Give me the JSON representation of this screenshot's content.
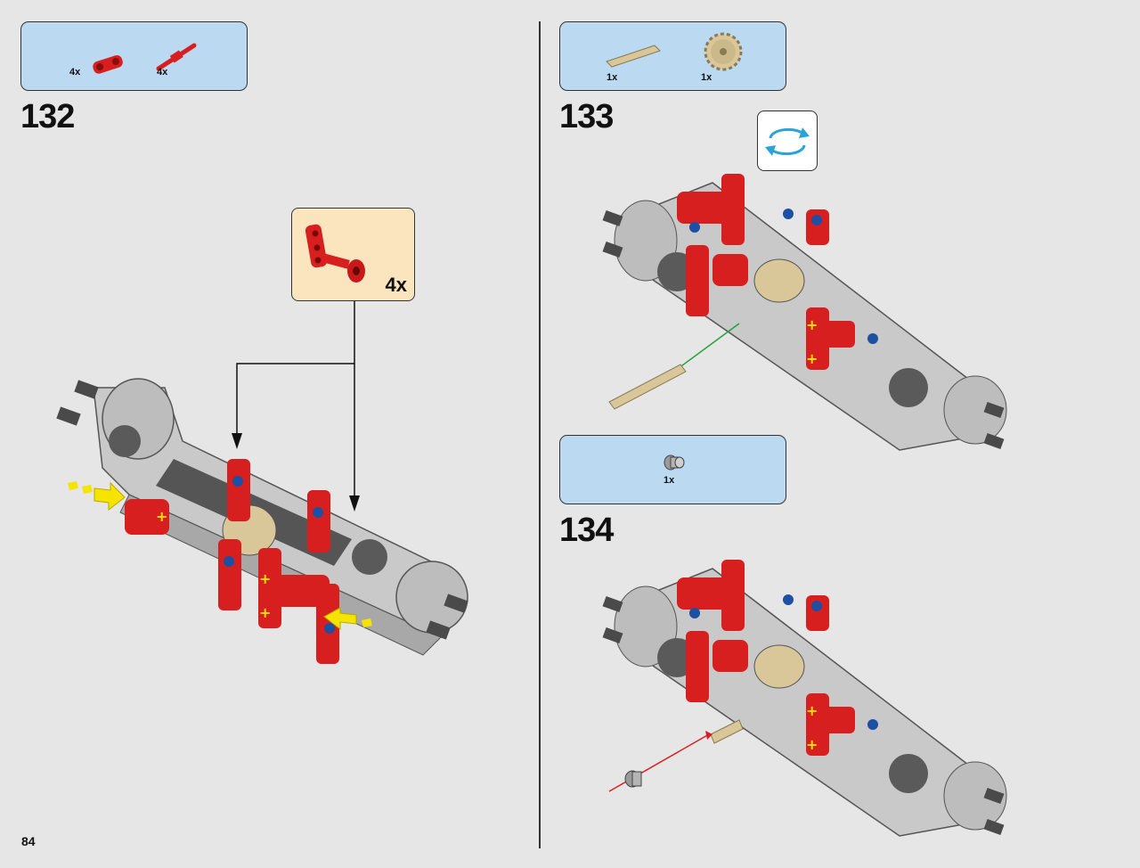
{
  "page_number": "84",
  "steps": [
    {
      "number": "132",
      "parts": [
        {
          "icon": "red-connector-part",
          "qty": "4x"
        },
        {
          "icon": "red-axle-pin-part",
          "qty": "4x"
        }
      ],
      "callout": {
        "icon": "red-subassembly-part",
        "qty": "4x"
      }
    },
    {
      "number": "133",
      "parts": [
        {
          "icon": "tan-axle-part",
          "qty": "1x"
        },
        {
          "icon": "tan-gear-part",
          "qty": "1x"
        }
      ],
      "rotate_icon": "rotate-model-icon"
    },
    {
      "number": "134",
      "parts": [
        {
          "icon": "gray-bushing-part",
          "qty": "1x"
        }
      ]
    }
  ],
  "colors": {
    "parts_box": "#bcd9f2",
    "callout_box": "#fbe5bf",
    "background": "#e6e6e6",
    "brick_red": "#d81f1f",
    "brick_gray": "#c9c9c9",
    "brick_dark": "#4a4a4a",
    "brick_tan": "#d9c79a",
    "arrow_yellow": "#f4e400"
  }
}
